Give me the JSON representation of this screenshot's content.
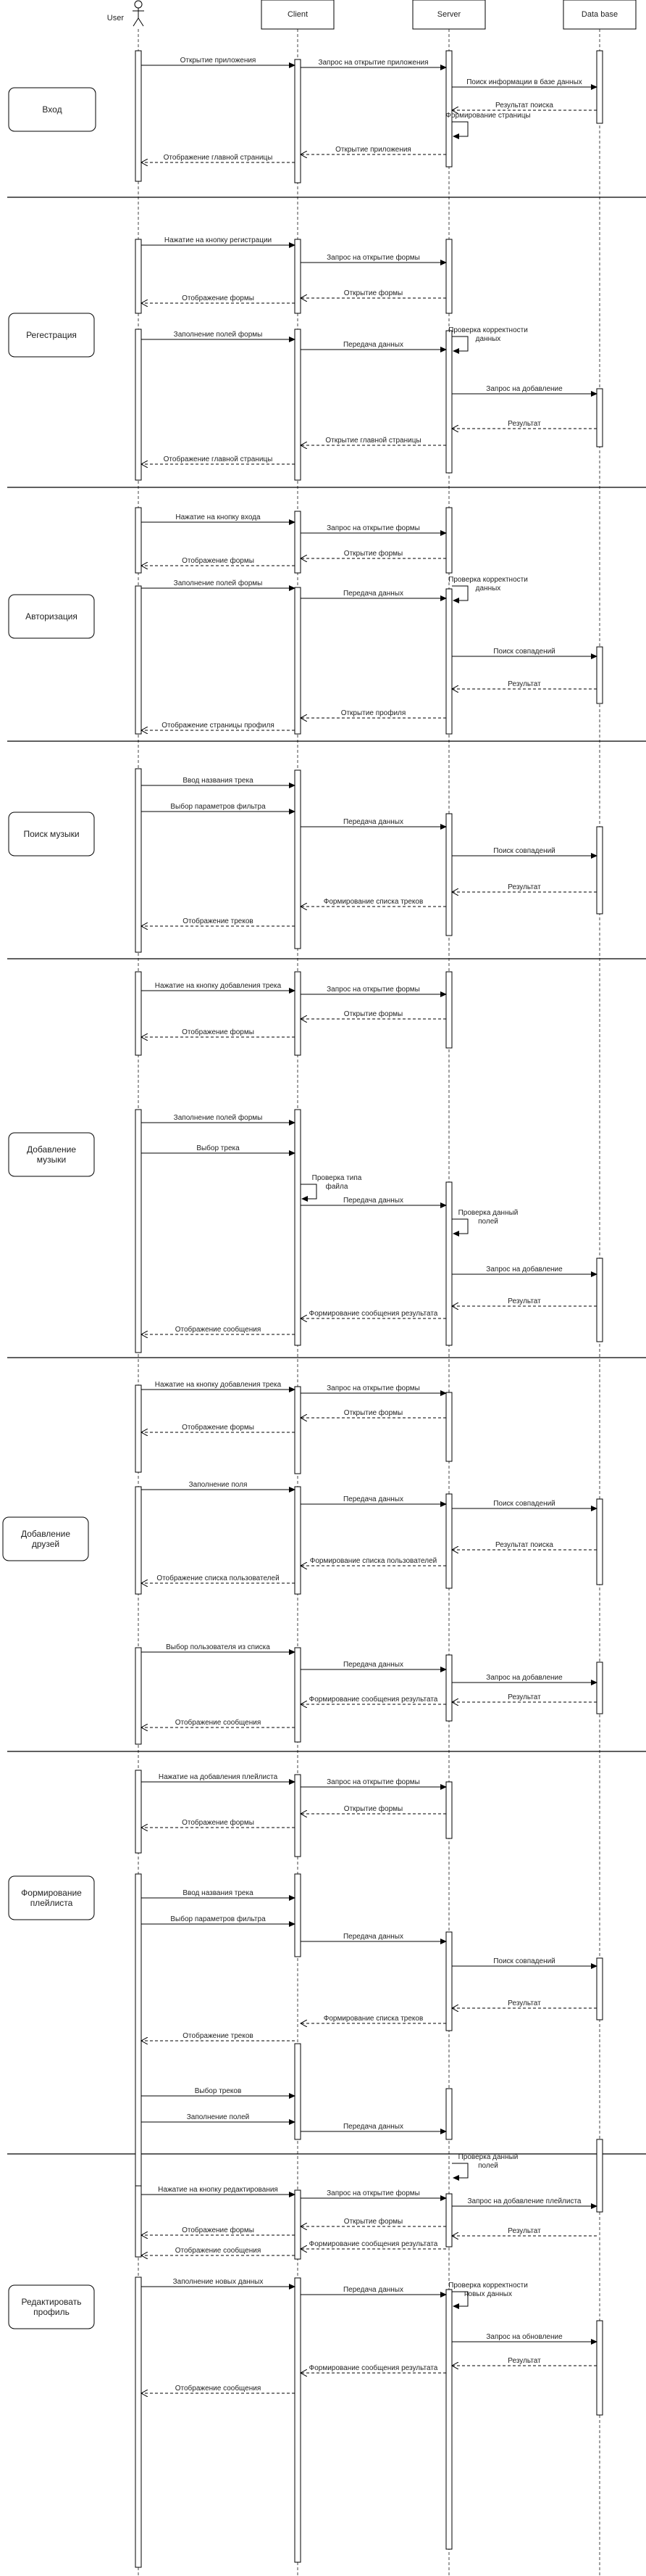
{
  "participants": [
    {
      "id": "user",
      "label": "User"
    },
    {
      "id": "client",
      "label": "Client"
    },
    {
      "id": "server",
      "label": "Server"
    },
    {
      "id": "db",
      "label": "Data base"
    }
  ],
  "sections": [
    {
      "label": "Вход",
      "messages": [
        {
          "from": "user",
          "to": "client",
          "kind": "call",
          "text": "Открытие приложения"
        },
        {
          "from": "client",
          "to": "server",
          "kind": "call",
          "text": "Запрос на открытие приложения"
        },
        {
          "from": "server",
          "to": "db",
          "kind": "call",
          "text": "Поиск информации в базе данных"
        },
        {
          "from": "db",
          "to": "server",
          "kind": "reply",
          "text": "Результат поиска"
        },
        {
          "from": "server",
          "to": "server",
          "kind": "self",
          "text": "Формирование страницы"
        },
        {
          "from": "server",
          "to": "client",
          "kind": "reply",
          "text": "Открытие приложения"
        },
        {
          "from": "client",
          "to": "user",
          "kind": "reply",
          "text": "Отображение главной страницы"
        }
      ]
    },
    {
      "label": "Регестрация",
      "messages": [
        {
          "from": "user",
          "to": "client",
          "kind": "call",
          "text": "Нажатие на кнопку регистрации"
        },
        {
          "from": "client",
          "to": "server",
          "kind": "call",
          "text": "Запрос на открытие  формы"
        },
        {
          "from": "server",
          "to": "client",
          "kind": "reply",
          "text": "Открытие формы"
        },
        {
          "from": "client",
          "to": "user",
          "kind": "reply",
          "text": "Отображение формы"
        },
        {
          "from": "user",
          "to": "client",
          "kind": "call",
          "text": "Заполнение полей формы"
        },
        {
          "from": "client",
          "to": "server",
          "kind": "call",
          "text": "Передача данных"
        },
        {
          "from": "server",
          "to": "server",
          "kind": "self",
          "text": "Проверка корректности данных"
        },
        {
          "from": "server",
          "to": "db",
          "kind": "call",
          "text": "Запрос на добавление"
        },
        {
          "from": "db",
          "to": "server",
          "kind": "reply",
          "text": "Результат"
        },
        {
          "from": "server",
          "to": "client",
          "kind": "reply",
          "text": "Открытие главной страницы"
        },
        {
          "from": "client",
          "to": "user",
          "kind": "reply",
          "text": "Отображение главной страницы"
        }
      ]
    },
    {
      "label": "Авторизация",
      "messages": [
        {
          "from": "user",
          "to": "client",
          "kind": "call",
          "text": "Нажатие на кнопку входа"
        },
        {
          "from": "client",
          "to": "server",
          "kind": "call",
          "text": "Запрос на открытие формы"
        },
        {
          "from": "server",
          "to": "client",
          "kind": "reply",
          "text": "Открытие формы"
        },
        {
          "from": "client",
          "to": "user",
          "kind": "reply",
          "text": "Отображение формы"
        },
        {
          "from": "user",
          "to": "client",
          "kind": "call",
          "text": "Заполнение полей формы"
        },
        {
          "from": "client",
          "to": "server",
          "kind": "call",
          "text": "Передача данных"
        },
        {
          "from": "server",
          "to": "server",
          "kind": "self",
          "text": "Проверка корректности данных"
        },
        {
          "from": "server",
          "to": "db",
          "kind": "call",
          "text": "Поиск совпадений"
        },
        {
          "from": "db",
          "to": "server",
          "kind": "reply",
          "text": "Результат"
        },
        {
          "from": "server",
          "to": "client",
          "kind": "reply",
          "text": "Открытие профиля"
        },
        {
          "from": "client",
          "to": "user",
          "kind": "reply",
          "text": "Отображение страницы профиля"
        }
      ]
    },
    {
      "label": "Поиск музыки",
      "messages": [
        {
          "from": "user",
          "to": "client",
          "kind": "call",
          "text": "Ввод названия трека"
        },
        {
          "from": "user",
          "to": "client",
          "kind": "call",
          "text": "Выбор параметров фильтра"
        },
        {
          "from": "client",
          "to": "server",
          "kind": "call",
          "text": "Передача данных"
        },
        {
          "from": "server",
          "to": "db",
          "kind": "call",
          "text": "Поиск совпадений"
        },
        {
          "from": "db",
          "to": "server",
          "kind": "reply",
          "text": "Результат"
        },
        {
          "from": "server",
          "to": "client",
          "kind": "reply",
          "text": "Формирование списка треков"
        },
        {
          "from": "client",
          "to": "user",
          "kind": "reply",
          "text": "Отображение треков"
        }
      ]
    },
    {
      "label": "Добавление музыки",
      "messages": [
        {
          "from": "user",
          "to": "client",
          "kind": "call",
          "text": "Нажатие на кнопку добавления трека"
        },
        {
          "from": "client",
          "to": "server",
          "kind": "call",
          "text": "Запрос на открытие формы"
        },
        {
          "from": "server",
          "to": "client",
          "kind": "reply",
          "text": "Открытие формы"
        },
        {
          "from": "client",
          "to": "user",
          "kind": "reply",
          "text": "Отображение формы"
        },
        {
          "from": "user",
          "to": "client",
          "kind": "call",
          "text": "Заполнение полей формы"
        },
        {
          "from": "user",
          "to": "client",
          "kind": "call",
          "text": "Выбор трека"
        },
        {
          "from": "client",
          "to": "client",
          "kind": "self",
          "text": "Проверка типа файла"
        },
        {
          "from": "client",
          "to": "server",
          "kind": "call",
          "text": "Передача данных"
        },
        {
          "from": "server",
          "to": "server",
          "kind": "self",
          "text": "Проверка данный полей"
        },
        {
          "from": "server",
          "to": "db",
          "kind": "call",
          "text": "Запрос на добавление"
        },
        {
          "from": "db",
          "to": "server",
          "kind": "reply",
          "text": "Результат"
        },
        {
          "from": "server",
          "to": "client",
          "kind": "reply",
          "text": "Формирование сообщения результата"
        },
        {
          "from": "client",
          "to": "user",
          "kind": "reply",
          "text": "Отображение сообщения"
        }
      ]
    },
    {
      "label": "Добавление друзей",
      "messages": [
        {
          "from": "user",
          "to": "client",
          "kind": "call",
          "text": "Нажатие на кнопку добавления трека"
        },
        {
          "from": "client",
          "to": "server",
          "kind": "call",
          "text": "Запрос на открытие формы"
        },
        {
          "from": "server",
          "to": "client",
          "kind": "reply",
          "text": "Открытие формы"
        },
        {
          "from": "client",
          "to": "user",
          "kind": "reply",
          "text": "Отображение формы"
        },
        {
          "from": "user",
          "to": "client",
          "kind": "call",
          "text": "Заполнение поля"
        },
        {
          "from": "client",
          "to": "server",
          "kind": "call",
          "text": "Передача данных"
        },
        {
          "from": "server",
          "to": "db",
          "kind": "call",
          "text": "Поиск совпадений"
        },
        {
          "from": "db",
          "to": "server",
          "kind": "reply",
          "text": "Результат поиска"
        },
        {
          "from": "server",
          "to": "client",
          "kind": "reply",
          "text": "Формирование списка пользователей"
        },
        {
          "from": "client",
          "to": "user",
          "kind": "reply",
          "text": "Отображение списка пользователей"
        },
        {
          "from": "user",
          "to": "client",
          "kind": "call",
          "text": "Выбор пользователя из списка"
        },
        {
          "from": "client",
          "to": "server",
          "kind": "call",
          "text": "Передача данных"
        },
        {
          "from": "server",
          "to": "db",
          "kind": "call",
          "text": "Запрос на добавление"
        },
        {
          "from": "db",
          "to": "server",
          "kind": "reply",
          "text": "Результат"
        },
        {
          "from": "server",
          "to": "client",
          "kind": "reply",
          "text": "Формирование сообщения результата"
        },
        {
          "from": "client",
          "to": "user",
          "kind": "reply",
          "text": "Отображение сообщения"
        }
      ]
    },
    {
      "label": "Формирование плейлиста",
      "messages": [
        {
          "from": "user",
          "to": "client",
          "kind": "call",
          "text": "Нажатие на добавления плейлиста"
        },
        {
          "from": "client",
          "to": "server",
          "kind": "call",
          "text": "Запрос на открытие формы"
        },
        {
          "from": "server",
          "to": "client",
          "kind": "reply",
          "text": "Открытие формы"
        },
        {
          "from": "client",
          "to": "user",
          "kind": "reply",
          "text": "Отображение формы"
        },
        {
          "from": "user",
          "to": "client",
          "kind": "call",
          "text": "Ввод названия трека"
        },
        {
          "from": "user",
          "to": "client",
          "kind": "call",
          "text": "Выбор параметров фильтра"
        },
        {
          "from": "client",
          "to": "server",
          "kind": "call",
          "text": "Передача данных"
        },
        {
          "from": "server",
          "to": "db",
          "kind": "call",
          "text": "Поиск совпадений"
        },
        {
          "from": "db",
          "to": "server",
          "kind": "reply",
          "text": "Результат"
        },
        {
          "from": "server",
          "to": "client",
          "kind": "reply",
          "text": "Формирование списка треков"
        },
        {
          "from": "client",
          "to": "user",
          "kind": "reply",
          "text": "Отображение треков"
        },
        {
          "from": "user",
          "to": "client",
          "kind": "call",
          "text": "Выбор треков"
        },
        {
          "from": "user",
          "to": "client",
          "kind": "call",
          "text": "Заполнение полей"
        },
        {
          "from": "client",
          "to": "server",
          "kind": "call",
          "text": "Передача данных"
        },
        {
          "from": "server",
          "to": "server",
          "kind": "self",
          "text": "Проверка данный полей"
        },
        {
          "from": "server",
          "to": "db",
          "kind": "call",
          "text": "Запрос на добавление плейлиста"
        },
        {
          "from": "db",
          "to": "server",
          "kind": "reply",
          "text": "Результат"
        },
        {
          "from": "server",
          "to": "client",
          "kind": "reply",
          "text": "Формирование сообщения результата"
        },
        {
          "from": "client",
          "to": "user",
          "kind": "reply",
          "text": "Отображение сообщения"
        }
      ]
    },
    {
      "label": "Редактировать профиль",
      "messages": [
        {
          "from": "user",
          "to": "client",
          "kind": "call",
          "text": "Нажатие на кнопку редактирования"
        },
        {
          "from": "client",
          "to": "server",
          "kind": "call",
          "text": "Запрос на открытие формы"
        },
        {
          "from": "server",
          "to": "client",
          "kind": "reply",
          "text": "Открытие формы"
        },
        {
          "from": "client",
          "to": "user",
          "kind": "reply",
          "text": "Отображение формы"
        },
        {
          "from": "user",
          "to": "client",
          "kind": "call",
          "text": "Заполнение новых данных"
        },
        {
          "from": "client",
          "to": "server",
          "kind": "call",
          "text": "Передача данных"
        },
        {
          "from": "server",
          "to": "server",
          "kind": "self",
          "text": "Проверка корректности новых данных"
        },
        {
          "from": "server",
          "to": "db",
          "kind": "call",
          "text": "Запрос на обновление"
        },
        {
          "from": "db",
          "to": "server",
          "kind": "reply",
          "text": "Результат"
        },
        {
          "from": "server",
          "to": "client",
          "kind": "reply",
          "text": "Формирование сообщения результата"
        },
        {
          "from": "client",
          "to": "user",
          "kind": "reply",
          "text": "Отображение сообщения"
        }
      ]
    }
  ]
}
